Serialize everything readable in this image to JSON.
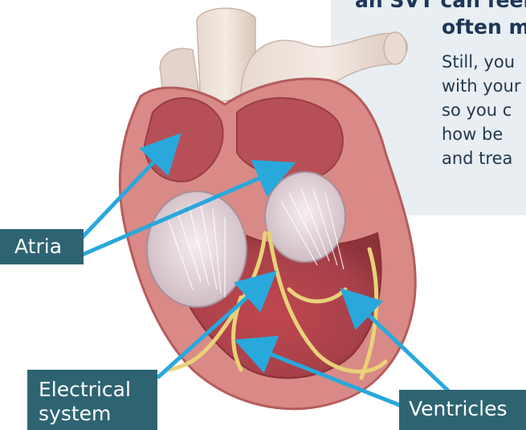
{
  "info": {
    "heading_line1": "an SVT can feel",
    "heading_line2": "often mo",
    "body_lines": [
      "Still, you",
      "with your",
      "so you c",
      "how be",
      "and trea"
    ]
  },
  "labels": {
    "atria": "Atria",
    "electrical_line1": "Electrical",
    "electrical_line2": "system",
    "ventricles": "Ventricles"
  },
  "colors": {
    "panel_bg": "#e8eef2",
    "heading": "#1d3557",
    "label_bg": "#2e6472",
    "arrow": "#29a8dc",
    "muscle": "#b8545a",
    "conduction": "#e8d27a"
  }
}
